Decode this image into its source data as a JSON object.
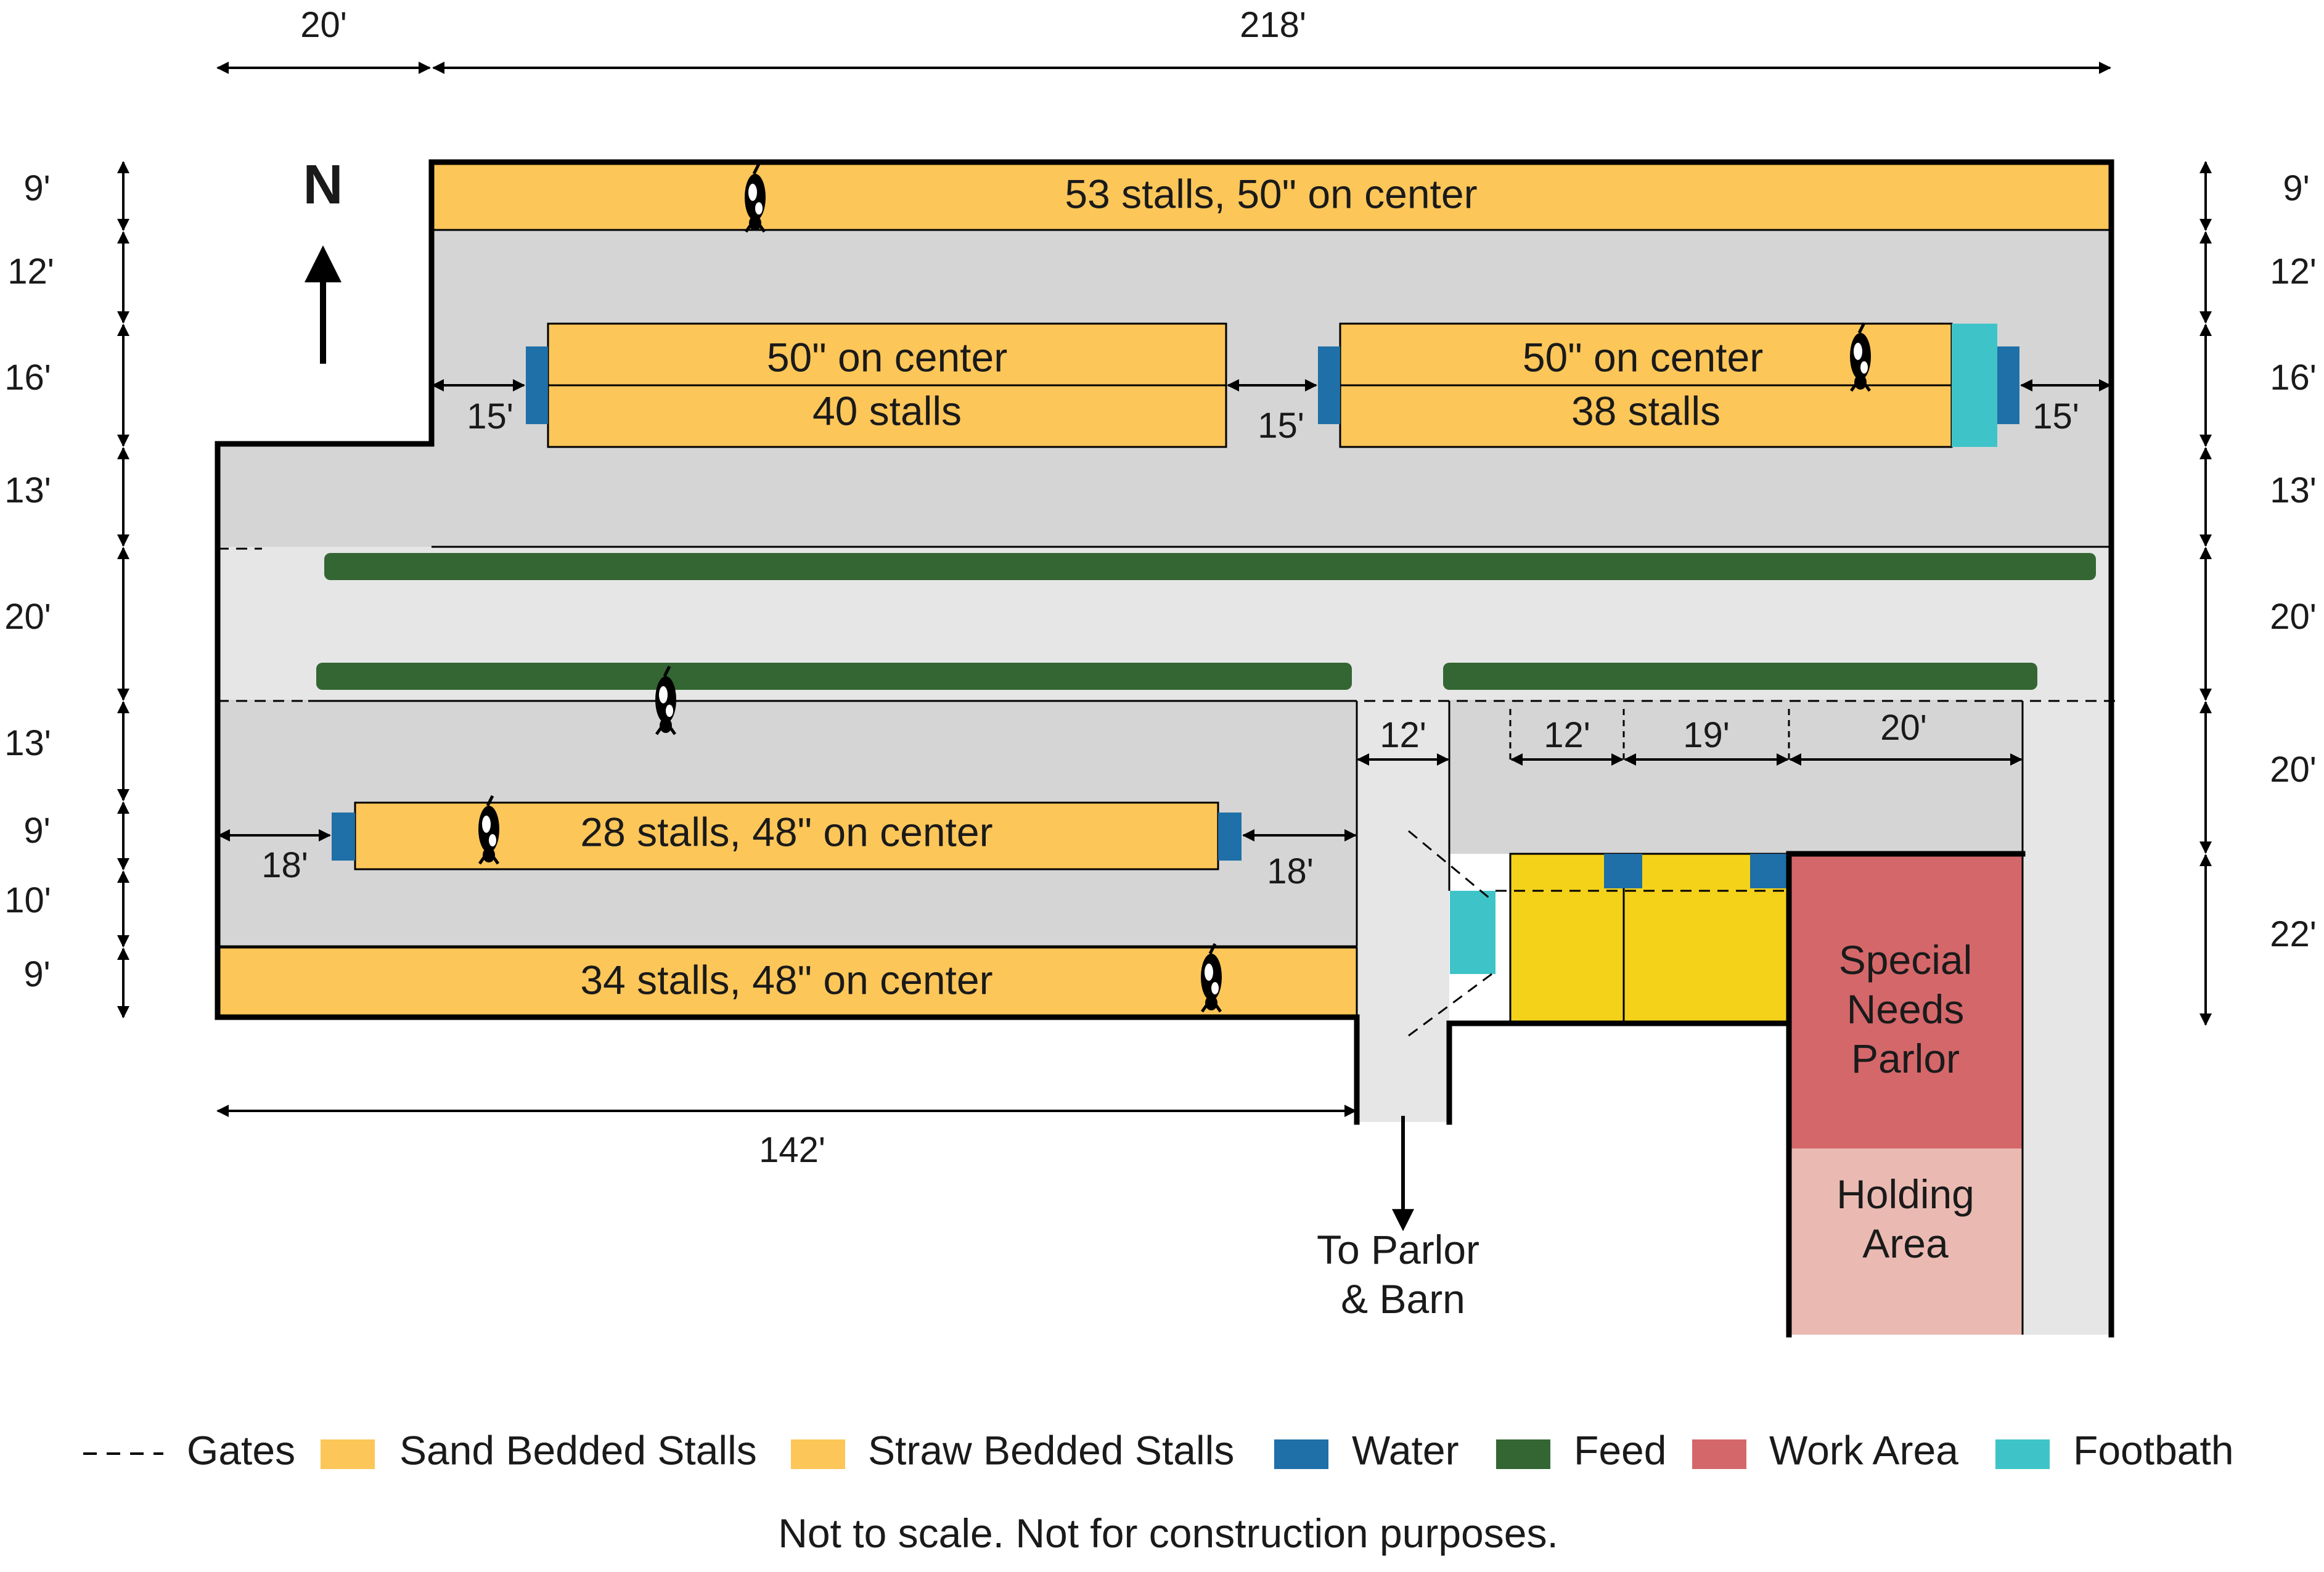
{
  "compass": {
    "label": "N"
  },
  "dimensions": {
    "top_left": "20'",
    "top_main": "218'",
    "bottom_left": "142'",
    "left_side": [
      "9'",
      "12'",
      "16'",
      "13'",
      "20'",
      "13'",
      "9'",
      "10'",
      "9'"
    ],
    "right_side": [
      "9'",
      "12'",
      "16'",
      "13'",
      "20'",
      "20'",
      "22'"
    ],
    "aisle_15_left": "15'",
    "aisle_15_mid": "15'",
    "aisle_15_right": "15'",
    "aisle_18_left": "18'",
    "aisle_18_right": "18'",
    "chute": "12'",
    "pen_a": "12'",
    "pen_b": "19'",
    "pen_c": "20'"
  },
  "stalls": {
    "north_row": "53 stalls, 50\" on center",
    "upper_left_top": "50\" on center",
    "upper_left_bottom": "40 stalls",
    "upper_right_top": "50\" on center",
    "upper_right_bottom": "38 stalls",
    "lower_middle": "28 stalls, 48\" on center",
    "south_row": "34 stalls, 48\" on center"
  },
  "areas": {
    "special_needs": [
      "Special",
      "Needs",
      "Parlor"
    ],
    "holding": [
      "Holding",
      "Area"
    ],
    "exit": [
      "To Parlor",
      "& Barn"
    ]
  },
  "legend": [
    {
      "label": "Gates",
      "swatch": "dash"
    },
    {
      "label": "Sand Bedded Stalls",
      "color": "#FDC659"
    },
    {
      "label": "Straw Bedded Stalls",
      "color": "#FDC659"
    },
    {
      "label": "Water",
      "color": "#1F6FA8"
    },
    {
      "label": "Feed",
      "color": "#336633"
    },
    {
      "label": "Work Area",
      "color": "#D4676A"
    },
    {
      "label": "Footbath",
      "color": "#3EC4C8"
    }
  ],
  "footnote": "Not to scale. Not for construction purposes.",
  "colors": {
    "stall": "#FDC659",
    "straw_pen": "#F5D21A",
    "water": "#1F6FA8",
    "feed": "#336633",
    "work_area": "#D4676A",
    "holding": "#EABAB2",
    "footbath": "#3EC4C8",
    "alley": "#D5D5D5",
    "feed_alley": "#E6E6E6"
  },
  "icons": [
    "cow-icon",
    "north-arrow-icon",
    "dimension-arrow-icon"
  ]
}
